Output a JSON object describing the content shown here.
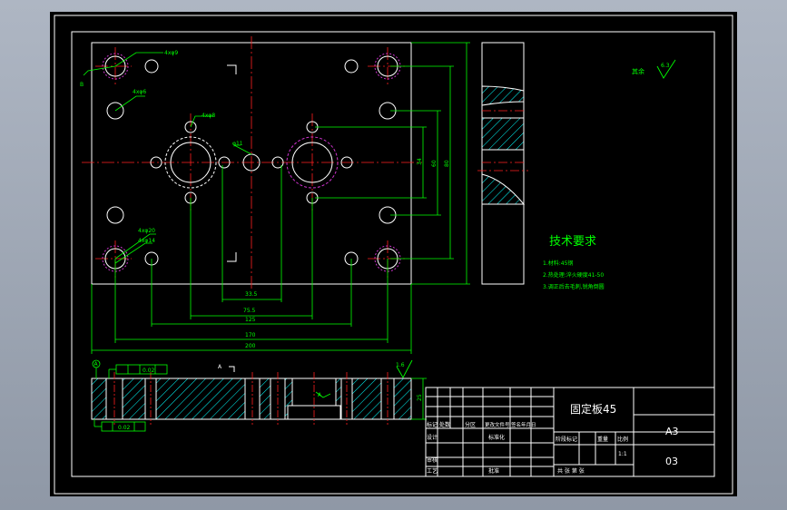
{
  "colors": {
    "background": "#000000",
    "frame": "#ffffff",
    "part": "#ffffff",
    "center_line": "#ff2020",
    "dimension": "#00ff00",
    "hatch": "#00ffff",
    "hole_ring": "#cc33cc",
    "title_text": "#ffffff",
    "note_text": "#00ff00"
  },
  "top_view": {
    "labels": {
      "hole_callout_1": "4xφ9",
      "hole_callout_2": "4xφ6",
      "hole_callout_3": "4xφ8",
      "hole_callout_4": "φ11",
      "hole_callout_5": "4xφ20",
      "hole_callout_6": "4xφ14",
      "side_mark": "B"
    },
    "dims": {
      "d1": "33.5",
      "d2": "75.5",
      "d3": "125",
      "d4": "170",
      "d5": "200",
      "d6": "34",
      "d7": "60",
      "d8": "80"
    }
  },
  "section_view": {
    "roughness_top": "1.6",
    "datum": "A",
    "tolerance_1": "0.02",
    "tolerance_2": "0.02",
    "section_mark": "A",
    "thickness": "25",
    "side_mark": "A"
  },
  "surface_note": {
    "label": "其余",
    "value": "6.3"
  },
  "tech_requirements": {
    "title": "技术要求",
    "items": [
      "1.材料:45钢",
      "2.热处理:淬火硬度41-50",
      "3.调正后去毛刺,锐角倒圆"
    ]
  },
  "title_block": {
    "part_name": "固定板45",
    "paper_size": "A3",
    "drawing_no": "03",
    "scale": "1:1",
    "headers": {
      "mark": "标记",
      "count": "处数",
      "zone": "分区",
      "doc_no": "更改文件号",
      "sign_date": "签名年月日",
      "design": "设计",
      "standardize": "标准化",
      "review": "审核",
      "process": "工艺",
      "approve": "批准",
      "stage": "阶段标记",
      "weight": "重量",
      "ratio": "比例",
      "sheets": "共 张 第 张"
    }
  }
}
